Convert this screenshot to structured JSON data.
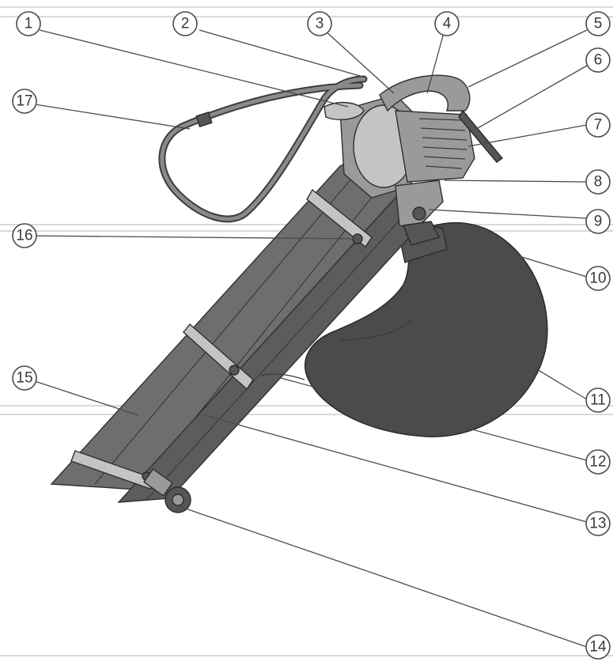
{
  "callouts": [
    {
      "id": "1",
      "label": "1"
    },
    {
      "id": "2",
      "label": "2"
    },
    {
      "id": "3",
      "label": "3"
    },
    {
      "id": "4",
      "label": "4"
    },
    {
      "id": "5",
      "label": "5"
    },
    {
      "id": "6",
      "label": "6"
    },
    {
      "id": "7",
      "label": "7"
    },
    {
      "id": "8",
      "label": "8"
    },
    {
      "id": "9",
      "label": "9"
    },
    {
      "id": "10",
      "label": "10"
    },
    {
      "id": "11",
      "label": "11"
    },
    {
      "id": "12",
      "label": "12"
    },
    {
      "id": "13",
      "label": "13"
    },
    {
      "id": "14",
      "label": "14"
    },
    {
      "id": "15",
      "label": "15"
    },
    {
      "id": "16",
      "label": "16"
    },
    {
      "id": "17",
      "label": "17"
    }
  ],
  "colors": {
    "tube": "#6e6e6e",
    "bag": "#4b4b4b",
    "outline": "#2f2f2f",
    "callout_stroke": "#4a4a4a"
  }
}
